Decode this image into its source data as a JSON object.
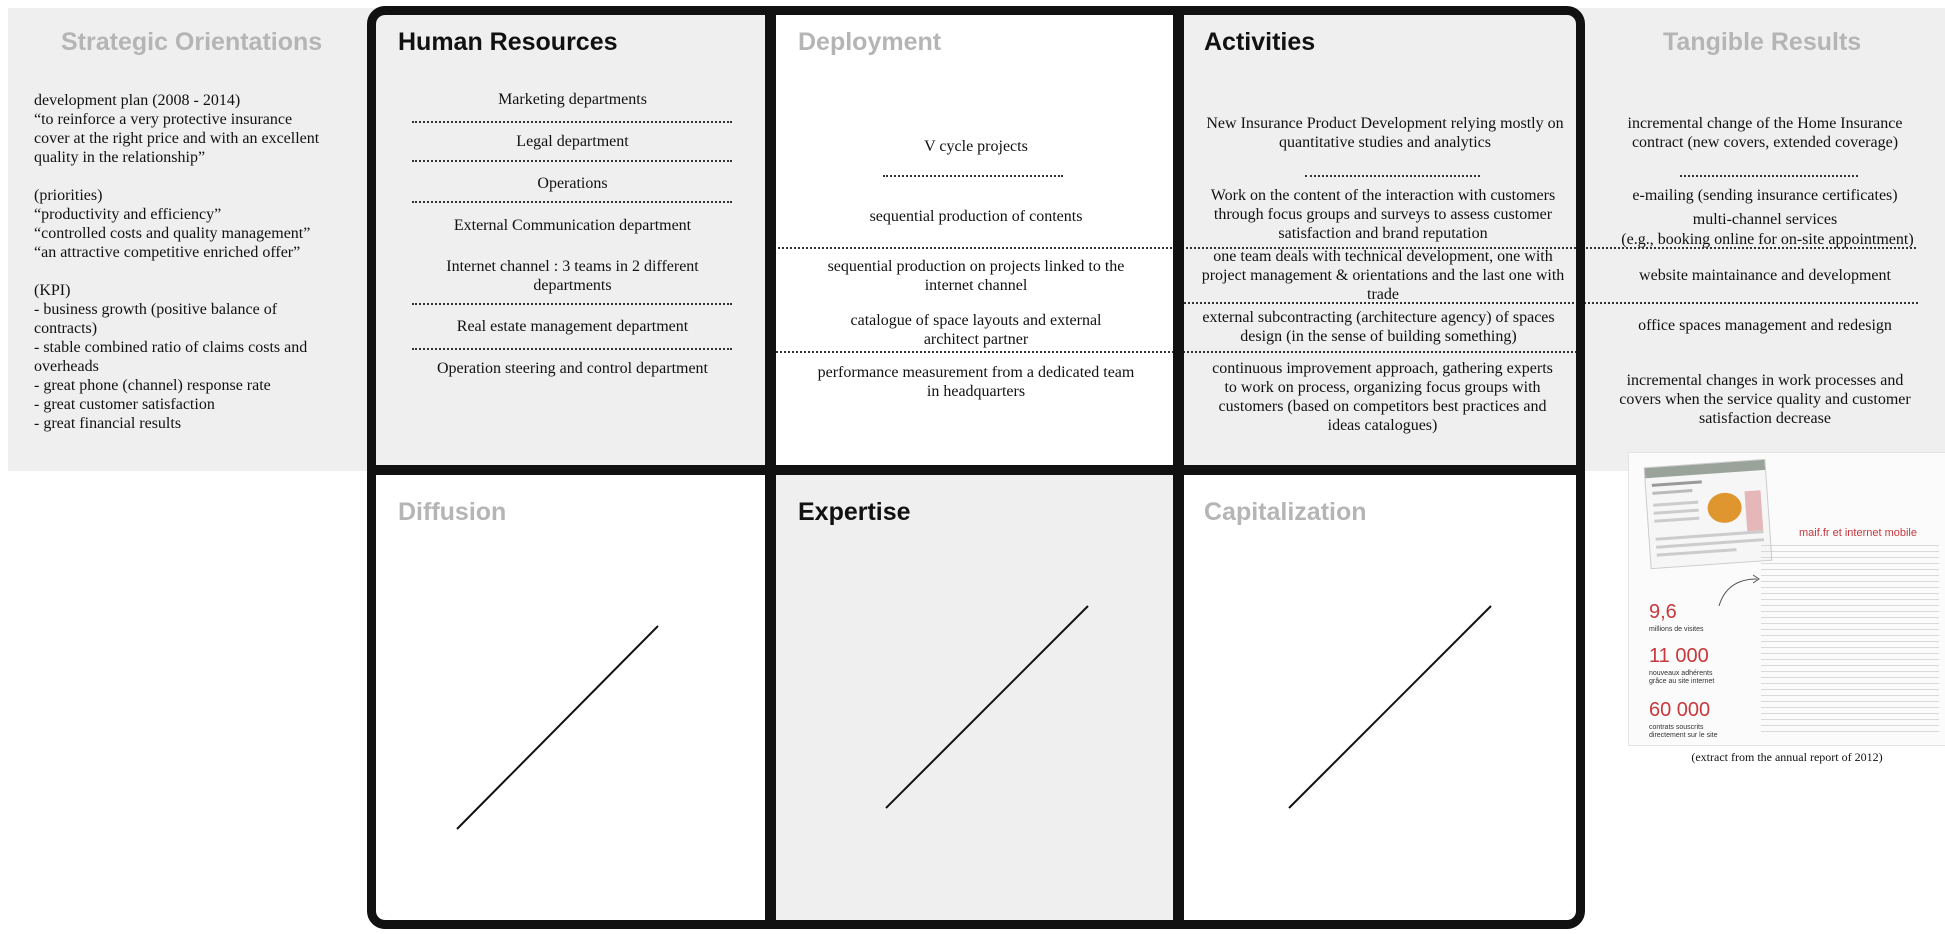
{
  "strategic": {
    "title": "Strategic Orientations",
    "lines": [
      "development plan (2008 - 2014)",
      " “to reinforce a very protective insurance",
      "cover at the right price and with an excellent",
      "quality in the relationship”",
      "",
      "(priorities)",
      "“productivity and efficiency”",
      "“controlled costs and quality management”",
      "“an attractive competitive enriched offer”",
      "",
      "(KPI)",
      "- business growth (positive balance of",
      "contracts)",
      "- stable combined ratio of claims costs and",
      "overheads",
      "- great phone (channel) response rate",
      "- great customer satisfaction",
      "- great financial results"
    ]
  },
  "human_resources": {
    "title": "Human Resources",
    "items": [
      "Marketing departments",
      "Legal department",
      "Operations",
      "External Communication department",
      "Internet channel : 3 teams in 2 different departments",
      "Real estate management department",
      "Operation steering and control department"
    ]
  },
  "deployment": {
    "title": "Deployment",
    "items": [
      "V cycle projects",
      "sequential production of contents",
      "sequential production on projects linked to the internet channel",
      "catalogue of space layouts and external architect partner",
      "performance measurement from a dedicated team in headquarters"
    ]
  },
  "activities": {
    "title": "Activities",
    "items": [
      "New Insurance Product Development relying mostly on quantitative studies and analytics",
      "Work on the content of the interaction with customers through focus groups and surveys to assess customer satisfaction and brand reputation",
      "one team deals with technical development, one with project management & orientations and the last one with trade",
      "external subcontracting (architecture agency) of spaces design (in the sense of building something)",
      "continuous improvement approach, gathering experts to work on process, organizing focus groups with customers (based on competitors best practices and ideas catalogues)"
    ]
  },
  "tangible": {
    "title": "Tangible Results",
    "items": [
      "incremental change of the Home Insurance contract (new covers, extended coverage)",
      "e-mailing (sending insurance certificates)",
      "multi-channel services",
      "(e.g., booking online for on-site appointment)",
      "website maintainance and development",
      "office spaces management and redesign",
      "incremental changes in work processes and covers when the service quality and customer satisfaction decrease"
    ]
  },
  "diffusion": {
    "title": "Diffusion"
  },
  "expertise": {
    "title": "Expertise"
  },
  "capitalization": {
    "title": "Capitalization"
  },
  "annual_report": {
    "heading": "maif.fr et internet mobile",
    "stats": [
      {
        "value": "9,6",
        "label": "millions de visites"
      },
      {
        "value": "11 000",
        "label": "nouveaux adhérents grâce au site internet"
      },
      {
        "value": "60 000",
        "label": "contrats souscrits directement sur le site"
      }
    ],
    "caption": "(extract from the annual report of 2012)"
  }
}
